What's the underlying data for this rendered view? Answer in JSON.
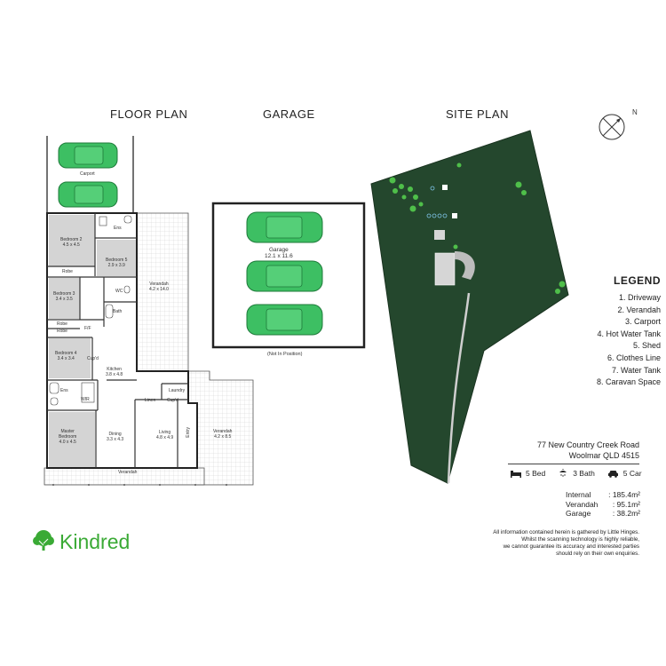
{
  "headings": {
    "floor_plan": "FLOOR PLAN",
    "garage": "GARAGE",
    "site_plan": "SITE PLAN"
  },
  "compass": {
    "label": "N"
  },
  "floor_plan": {
    "carport": "Carport",
    "ens": "Ens",
    "bedroom2": [
      "Bedroom 2",
      "4.5 x 4.5"
    ],
    "bedroom5": [
      "Bedroom 5",
      "2.9 x 3.9"
    ],
    "robe": "Robe",
    "bedroom3": [
      "Bedroom 3",
      "3.4 x 3.5"
    ],
    "wc": "WC",
    "bath": "Bath",
    "robe2": "Robe",
    "robe3": "Robe",
    "ff": "F/F",
    "bedroom4": [
      "Bedroom 4",
      "3.4 x 3.4"
    ],
    "kitchen": [
      "Kitchen",
      "3.8 x 4.8"
    ],
    "cupd": "Cup'd",
    "ens2": "Ens",
    "wir": "WIR",
    "laundry": "Laundry",
    "linen": "Linen",
    "cupd2": "Cup'd",
    "verandah_east": [
      "Verandah",
      "4.2 x 14.0"
    ],
    "master": [
      "Master",
      "Bedroom",
      "4.0 x 4.5"
    ],
    "dining": [
      "Dining",
      "3.3 x 4.3"
    ],
    "living": [
      "Living",
      "4.8 x 4.9"
    ],
    "entry": "Entry",
    "verandah_se": [
      "Verandah",
      "4.2 x 8.5"
    ],
    "verandah_south": "Verandah"
  },
  "garage": {
    "label": [
      "Garage",
      "12.1 x 11.6"
    ],
    "note": "(Not In Position)"
  },
  "legend": {
    "title": "LEGEND",
    "items": [
      "1. Driveway",
      "2. Verandah",
      "3. Carport",
      "4. Hot Water Tank",
      "5. Shed",
      "6. Clothes Line",
      "7. Water Tank",
      "8. Caravan Space"
    ]
  },
  "address": {
    "line1": "77 New Country Creek Road",
    "line2": "Woolmar QLD 4515"
  },
  "features": {
    "bed": "5 Bed",
    "bath": "3 Bath",
    "car": "5 Car"
  },
  "areas": [
    {
      "label": "Internal",
      "value": ": 185.4m²"
    },
    {
      "label": "Verandah",
      "value": ": 95.1m²"
    },
    {
      "label": "Garage",
      "value": ": 38.2m²"
    }
  ],
  "disclaimer": [
    "All information contained herein is gathered by Little Hinges.",
    "Whilst the scanning technology is highly reliable,",
    "we cannot guarantee its accuracy and interested parties",
    "should rely on their own enquiries."
  ],
  "brand": {
    "name": "Kindred"
  },
  "colors": {
    "brand_green": "#3aaa35",
    "car_green": "#3dbf63",
    "site_green": "#24472d",
    "room_grey": "#d4d4d4"
  }
}
